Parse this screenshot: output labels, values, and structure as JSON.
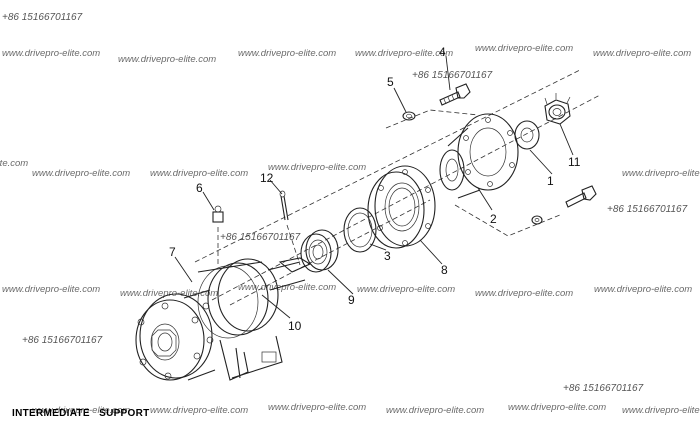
{
  "title": "INTERMEDIATE   SUPPORT",
  "watermark_text": "www.drivepro-elite.com",
  "phone_text": "+86 15166701167",
  "callouts": [
    "1",
    "2",
    "3",
    "4",
    "5",
    "6",
    "7",
    "8",
    "9",
    "10",
    "11",
    "12"
  ]
}
